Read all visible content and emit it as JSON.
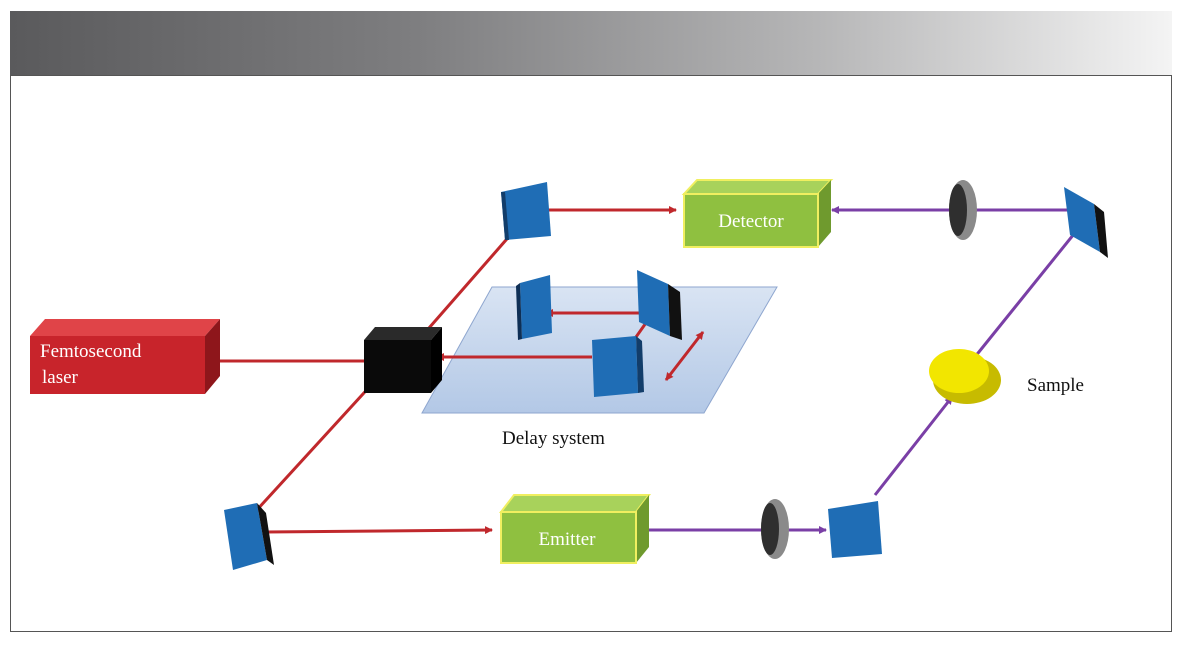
{
  "labels": {
    "laser_line1": "Femtosecond",
    "laser_line2": "laser",
    "detector": "Detector",
    "emitter": "Emitter",
    "sample": "Sample",
    "delay_system": "Delay system"
  },
  "colors": {
    "pump_beam": "#c0282c",
    "thz_beam": "#7a3fa6",
    "laser_box": "#c8242b",
    "mirror": "#1f6db5",
    "module_box": "#8fc040",
    "module_border": "#f0ef60",
    "sample": "#f2e600",
    "lens": "#8a8a8a",
    "splitter": "#0a0a0a",
    "delay_stage": "#c7d7ee"
  }
}
